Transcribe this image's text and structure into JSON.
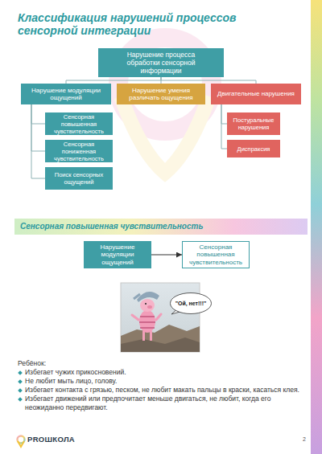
{
  "diagram": {
    "title": "Классификация нарушений процессов сенсорной интеграции",
    "nodes": [
      {
        "text": [
          "Нарушение процесса обработки сенсорной информации"
        ]
      },
      {
        "text": [
          "Нарушение модуляции ощущений"
        ]
      },
      {
        "text": [
          "Нарушение умения различать ощущения"
        ]
      },
      {
        "text": [
          "Двигательные нарушения"
        ]
      },
      {
        "text": [
          "Сенсорная повышенная чувствительность"
        ]
      },
      {
        "text": [
          "Сенсорная пониженная чувствительность"
        ]
      },
      {
        "text": [
          "Поиск сенсорных ощущений"
        ]
      },
      {
        "text": [
          "Постуральные нарушения"
        ]
      },
      {
        "text": [
          "Диспраксия"
        ]
      },
      {
        "text": [
          "Сенсорная повышенная чувствительность"
        ]
      },
      {
        "text": [
          "Нарушение модуляции ощущений"
        ]
      },
      {
        "text": [
          "Сенсорная повышенная чувствительность"
        ]
      },
      {
        "text": [
          "\"Ой, нет!!!\""
        ]
      }
    ],
    "edges": [
      {
        "from": 0,
        "to": 1,
        "arrow": "none"
      },
      {
        "from": 0,
        "to": 2,
        "arrow": "none"
      },
      {
        "from": 0,
        "to": 3,
        "arrow": "none"
      },
      {
        "from": 1,
        "to": 4,
        "arrow": "none"
      },
      {
        "from": 1,
        "to": 5,
        "arrow": "none"
      },
      {
        "from": 1,
        "to": 6,
        "arrow": "none"
      },
      {
        "from": 3,
        "to": 7,
        "arrow": "none"
      },
      {
        "from": 3,
        "to": 8,
        "arrow": "none"
      },
      {
        "from": 10,
        "to": 11,
        "arrow": "to"
      }
    ],
    "labels": [
      "Ребёнок:",
      "Избегает чужих прикосновений.",
      "Не любит мыть лицо, голову.",
      "Избегает контакта с грязью, песком, не любит макать пальцы в краски, касаться клея.",
      "Избегает движений или предпочитает меньше двигаться, не любит, когда его неожиданно передвигают.",
      "PROШКОЛА",
      "2"
    ]
  }
}
